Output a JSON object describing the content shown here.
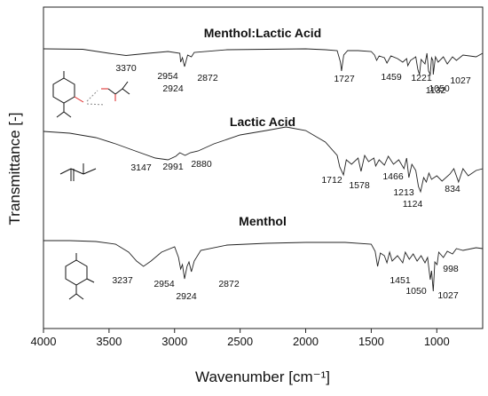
{
  "chart_data": {
    "type": "line",
    "xlabel": "Wavenumber [cm⁻¹]",
    "ylabel": "Transmittance [-]",
    "xlim": [
      4000,
      650
    ],
    "x_reversed": true,
    "x_ticks": [
      4000,
      3500,
      3000,
      2500,
      2000,
      1500,
      1000
    ],
    "grid": false,
    "series": [
      {
        "name": "Menthol:Lactic Acid",
        "structure_icon": "menthol-lactic-acid-h-bond-structure",
        "points": [
          [
            4000,
            55
          ],
          [
            3700,
            55.5
          ],
          [
            3500,
            60
          ],
          [
            3370,
            62.5
          ],
          [
            3200,
            60
          ],
          [
            3050,
            58
          ],
          [
            2960,
            60
          ],
          [
            2954,
            70
          ],
          [
            2940,
            65
          ],
          [
            2924,
            75
          ],
          [
            2900,
            62
          ],
          [
            2872,
            64
          ],
          [
            2850,
            59
          ],
          [
            2600,
            56
          ],
          [
            2300,
            55.5
          ],
          [
            2000,
            55
          ],
          [
            1850,
            56
          ],
          [
            1760,
            57
          ],
          [
            1735,
            70
          ],
          [
            1727,
            80
          ],
          [
            1710,
            62
          ],
          [
            1680,
            57
          ],
          [
            1600,
            57
          ],
          [
            1500,
            58
          ],
          [
            1475,
            62
          ],
          [
            1459,
            68
          ],
          [
            1440,
            63
          ],
          [
            1400,
            65
          ],
          [
            1380,
            71
          ],
          [
            1350,
            63
          ],
          [
            1300,
            66
          ],
          [
            1260,
            70
          ],
          [
            1230,
            66
          ],
          [
            1221,
            74
          ],
          [
            1200,
            68
          ],
          [
            1160,
            64
          ],
          [
            1145,
            78
          ],
          [
            1132,
            84
          ],
          [
            1120,
            67
          ],
          [
            1090,
            72
          ],
          [
            1075,
            60
          ],
          [
            1063,
            80
          ],
          [
            1050,
            84
          ],
          [
            1040,
            65
          ],
          [
            1030,
            68
          ],
          [
            1027,
            84
          ],
          [
            1010,
            64
          ],
          [
            990,
            70
          ],
          [
            950,
            64
          ],
          [
            920,
            72
          ],
          [
            880,
            64
          ],
          [
            850,
            68
          ],
          [
            800,
            62
          ],
          [
            700,
            64
          ],
          [
            650,
            60
          ]
        ]
      },
      {
        "name": "Lactic Acid",
        "structure_icon": "lactic-acid-structure",
        "points": [
          [
            4000,
            148
          ],
          [
            3800,
            150
          ],
          [
            3600,
            155
          ],
          [
            3450,
            162
          ],
          [
            3300,
            170
          ],
          [
            3147,
            178
          ],
          [
            3050,
            180
          ],
          [
            2991,
            176
          ],
          [
            2960,
            172
          ],
          [
            2920,
            175
          ],
          [
            2880,
            172
          ],
          [
            2820,
            170
          ],
          [
            2700,
            162
          ],
          [
            2500,
            152
          ],
          [
            2300,
            147
          ],
          [
            2150,
            143
          ],
          [
            2000,
            147
          ],
          [
            1850,
            160
          ],
          [
            1760,
            175
          ],
          [
            1740,
            188
          ],
          [
            1712,
            197
          ],
          [
            1690,
            180
          ],
          [
            1650,
            185
          ],
          [
            1600,
            178
          ],
          [
            1578,
            193
          ],
          [
            1550,
            175
          ],
          [
            1520,
            182
          ],
          [
            1480,
            178
          ],
          [
            1466,
            187
          ],
          [
            1440,
            180
          ],
          [
            1400,
            186
          ],
          [
            1370,
            176
          ],
          [
            1330,
            185
          ],
          [
            1290,
            180
          ],
          [
            1250,
            190
          ],
          [
            1230,
            178
          ],
          [
            1213,
            200
          ],
          [
            1190,
            185
          ],
          [
            1160,
            192
          ],
          [
            1140,
            210
          ],
          [
            1124,
            216
          ],
          [
            1100,
            200
          ],
          [
            1080,
            205
          ],
          [
            1060,
            195
          ],
          [
            1040,
            202
          ],
          [
            1000,
            198
          ],
          [
            960,
            204
          ],
          [
            900,
            196
          ],
          [
            870,
            190
          ],
          [
            834,
            205
          ],
          [
            800,
            190
          ],
          [
            760,
            198
          ],
          [
            700,
            192
          ],
          [
            650,
            190
          ]
        ]
      },
      {
        "name": "Menthol",
        "structure_icon": "menthol-structure",
        "points": [
          [
            4000,
            271
          ],
          [
            3800,
            271
          ],
          [
            3600,
            272
          ],
          [
            3450,
            275
          ],
          [
            3350,
            284
          ],
          [
            3290,
            294
          ],
          [
            3237,
            300
          ],
          [
            3180,
            294
          ],
          [
            3100,
            284
          ],
          [
            3000,
            278
          ],
          [
            2970,
            290
          ],
          [
            2954,
            303
          ],
          [
            2940,
            298
          ],
          [
            2924,
            314
          ],
          [
            2905,
            300
          ],
          [
            2890,
            295
          ],
          [
            2872,
            306
          ],
          [
            2850,
            294
          ],
          [
            2800,
            282
          ],
          [
            2600,
            276
          ],
          [
            2300,
            274
          ],
          [
            2000,
            273
          ],
          [
            1700,
            273
          ],
          [
            1500,
            275
          ],
          [
            1470,
            283
          ],
          [
            1451,
            300
          ],
          [
            1430,
            285
          ],
          [
            1400,
            288
          ],
          [
            1380,
            296
          ],
          [
            1360,
            284
          ],
          [
            1340,
            294
          ],
          [
            1300,
            288
          ],
          [
            1260,
            296
          ],
          [
            1240,
            284
          ],
          [
            1210,
            292
          ],
          [
            1180,
            286
          ],
          [
            1150,
            294
          ],
          [
            1120,
            288
          ],
          [
            1090,
            296
          ],
          [
            1070,
            290
          ],
          [
            1050,
            315
          ],
          [
            1040,
            305
          ],
          [
            1027,
            328
          ],
          [
            1015,
            295
          ],
          [
            998,
            298
          ],
          [
            985,
            284
          ],
          [
            950,
            290
          ],
          [
            920,
            283
          ],
          [
            880,
            286
          ],
          [
            850,
            280
          ],
          [
            800,
            282
          ],
          [
            700,
            279
          ],
          [
            650,
            280
          ]
        ]
      }
    ],
    "peaks": [
      {
        "series": 0,
        "label": "3370"
      },
      {
        "series": 0,
        "label": "2954"
      },
      {
        "series": 0,
        "label": "2924"
      },
      {
        "series": 0,
        "label": "2872"
      },
      {
        "series": 0,
        "label": "1727"
      },
      {
        "series": 0,
        "label": "1459"
      },
      {
        "series": 0,
        "label": "1221"
      },
      {
        "series": 0,
        "label": "1132"
      },
      {
        "series": 0,
        "label": "1050"
      },
      {
        "series": 0,
        "label": "1027"
      },
      {
        "series": 1,
        "label": "3147"
      },
      {
        "series": 1,
        "label": "2991"
      },
      {
        "series": 1,
        "label": "2880"
      },
      {
        "series": 1,
        "label": "1712"
      },
      {
        "series": 1,
        "label": "1578"
      },
      {
        "series": 1,
        "label": "1466"
      },
      {
        "series": 1,
        "label": "1213"
      },
      {
        "series": 1,
        "label": "1124"
      },
      {
        "series": 1,
        "label": "834"
      },
      {
        "series": 2,
        "label": "3237"
      },
      {
        "series": 2,
        "label": "2954"
      },
      {
        "series": 2,
        "label": "2924"
      },
      {
        "series": 2,
        "label": "2872"
      },
      {
        "series": 2,
        "label": "1451"
      },
      {
        "series": 2,
        "label": "1050"
      },
      {
        "series": 2,
        "label": "1027"
      },
      {
        "series": 2,
        "label": "998"
      }
    ]
  }
}
